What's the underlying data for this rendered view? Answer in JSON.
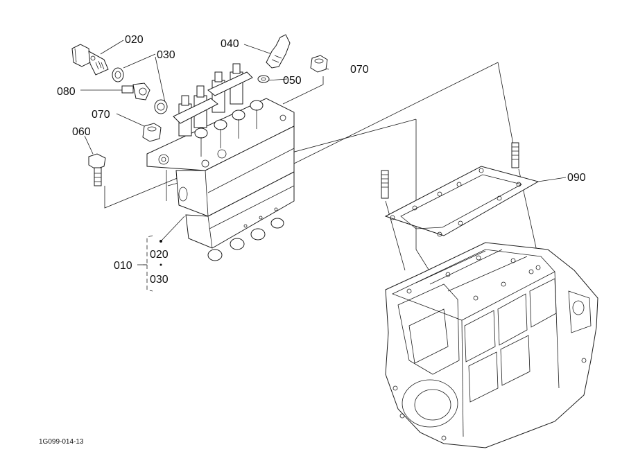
{
  "labels": {
    "l010": "010",
    "l020a": "020",
    "l020b": "020",
    "l030a": "030",
    "l030b": "030",
    "l040": "040",
    "l050": "050",
    "l060": "060",
    "l070a": "070",
    "l070b": "070",
    "l080": "080",
    "l090": "090"
  },
  "footer": {
    "drawing_code": "1G099-014-13"
  },
  "colors": {
    "line": "#1a1a1a",
    "background": "#ffffff"
  }
}
